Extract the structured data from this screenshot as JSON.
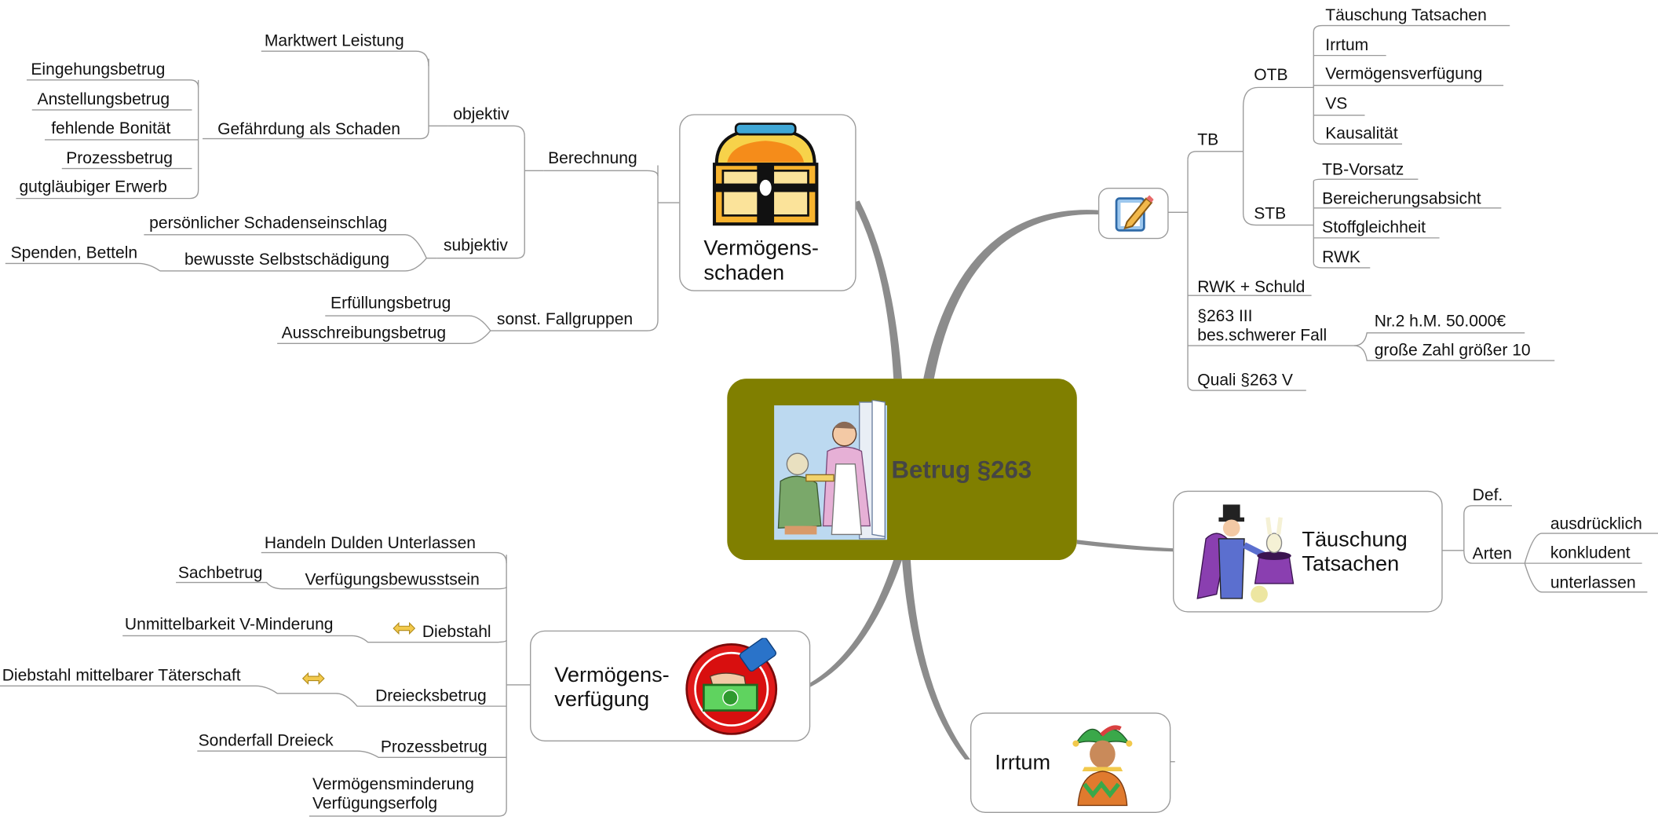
{
  "central": {
    "title": "Betrug §263"
  },
  "vermoegensschaden": {
    "title": "Vermögens-\nschaden",
    "berechnung": "Berechnung",
    "objektiv": "objektiv",
    "marktwert": "Marktwert Leistung",
    "gefaehrdung": "Gefährdung als Schaden",
    "gefaehrdung_items": [
      "Eingehungsbetrug",
      "Anstellungsbetrug",
      "fehlende Bonität",
      "Prozessbetrug",
      "gutgläubiger Erwerb"
    ],
    "subjektiv": "subjektiv",
    "persoenlich": "persönlicher Schadenseinschlag",
    "bewusst": "bewusste Selbstschädigung",
    "spenden": "Spenden, Betteln",
    "sonst": "sonst. Fallgruppen",
    "erfuellung": "Erfüllungsbetrug",
    "ausschreibung": "Ausschreibungsbetrug"
  },
  "tatbestand": {
    "tb": "TB",
    "otb": "OTB",
    "otb_items": [
      "Täuschung Tatsachen",
      "Irrtum",
      "Vermögensverfügung",
      "VS",
      "Kausalität"
    ],
    "stb": "STB",
    "stb_items": [
      "TB-Vorsatz",
      "Bereicherungsabsicht",
      "Stoffgleichheit",
      "RWK"
    ],
    "rwk_schuld": "RWK + Schuld",
    "p263iii": "§263 III\nbes.schwerer Fall",
    "nr2": "Nr.2 h.M. 50.000€",
    "grosse_zahl": "große Zahl  größer 10",
    "quali": "Quali §263 V"
  },
  "taeuschung": {
    "title": "Täuschung\nTatsachen",
    "def": "Def.",
    "arten": "Arten",
    "arten_items": [
      "ausdrücklich",
      "konkludent",
      "unterlassen"
    ]
  },
  "irrtum": {
    "title": "Irrtum"
  },
  "vermoegensverfuegung": {
    "title": "Vermögens-\nverfügung",
    "handeln": "Handeln Dulden Unterlassen",
    "verfuegungsbewusstsein": "Verfügungsbewusstsein",
    "sachbetrug": "Sachbetrug",
    "diebstahl": "Diebstahl",
    "unmittelbarkeit": "Unmittelbarkeit V-Minderung",
    "dreiecksbetrug": "Dreiecksbetrug",
    "diebstahl_mittelbar": "Diebstahl mittelbarer Täterschaft",
    "prozessbetrug": "Prozessbetrug",
    "sonderfall": "Sonderfall Dreieck",
    "minderung": "Vermögensminderung\nVerfügungserfolg"
  },
  "colors": {
    "center_bg": "#807f00",
    "branch": "#8c8c8c",
    "line": "#9a9a9a"
  },
  "icons": [
    "treasure-chest-icon",
    "notepad-pencil-icon",
    "magician-icon",
    "jester-icon",
    "money-hand-icon",
    "door-visitor-icon",
    "double-arrow-icon"
  ]
}
